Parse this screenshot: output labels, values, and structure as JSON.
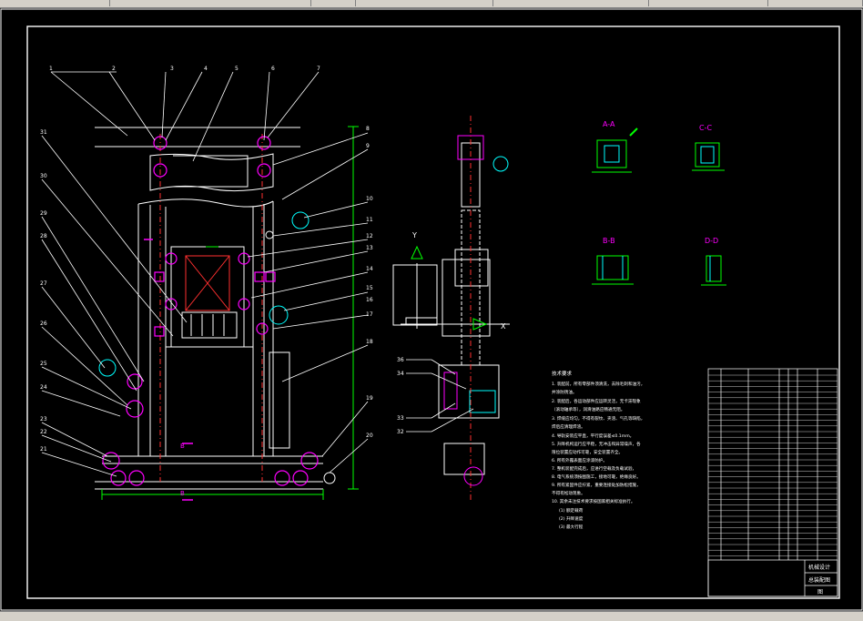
{
  "colors": {
    "background": "#000000",
    "line_white": "#ffffff",
    "line_green": "#00ff00",
    "line_magenta": "#ff00ff",
    "line_cyan": "#00ffff",
    "line_red": "#ff3030",
    "line_yellow": "#ffff00",
    "ui_chrome": "#d4d0c8"
  },
  "main_view": {
    "part_numbers": [
      "1",
      "2",
      "3",
      "4",
      "5",
      "6",
      "7",
      "8",
      "9",
      "10",
      "11",
      "12",
      "13",
      "14",
      "15",
      "16",
      "17",
      "18",
      "19",
      "20",
      "21",
      "22",
      "23",
      "24",
      "25",
      "26",
      "27",
      "28",
      "29",
      "30",
      "31"
    ],
    "section_mark_b": "B"
  },
  "side_view": {
    "axis_y": "Y",
    "axis_x": "X",
    "part_numbers": [
      "36",
      "34",
      "33",
      "32"
    ]
  },
  "sections": {
    "a_a": "A-A",
    "b_b": "B-B",
    "c_c": "C-C",
    "d_d": "D-D"
  },
  "notes": {
    "heading": "技术要求",
    "lines": [
      "1. 装配前，所有零部件须清洗，去除毛刺和油污，",
      "   并涂防锈油。",
      "2. 装配后，各运动部件应运转灵活，无卡滞现象",
      "   （滚动轴承等），润滑油路应畅通无阻。",
      "3. 焊缝应均匀，不得有裂纹、夹渣、气孔等缺陷，",
      "   焊后应清理焊渣。",
      "4. 导轨安装应平直，平行度误差≤0.1mm。",
      "5. 升降机构运行应平稳，无冲击和异常噪声，各",
      "   限位装置应动作可靠，安全装置齐全。",
      "6. 所有外露表面应涂漆防护。",
      "7. 整机装配完成后，应进行空载及负载试验，",
      "8. 电气系统须按图施工，接地可靠，绝缘良好。",
      "9. 所有紧固件应拧紧，重要连接处加防松措施，",
      "   不得有松动现象。",
      "10. 其余未注技术要求按国家相关标准执行。"
    ],
    "sub_items": [
      "(1) 额定载荷",
      "(2) 升降速度",
      "(3) 最大行程"
    ]
  },
  "title_block": {
    "title": "总装配图",
    "company": "机械设计",
    "sheet": "图"
  }
}
